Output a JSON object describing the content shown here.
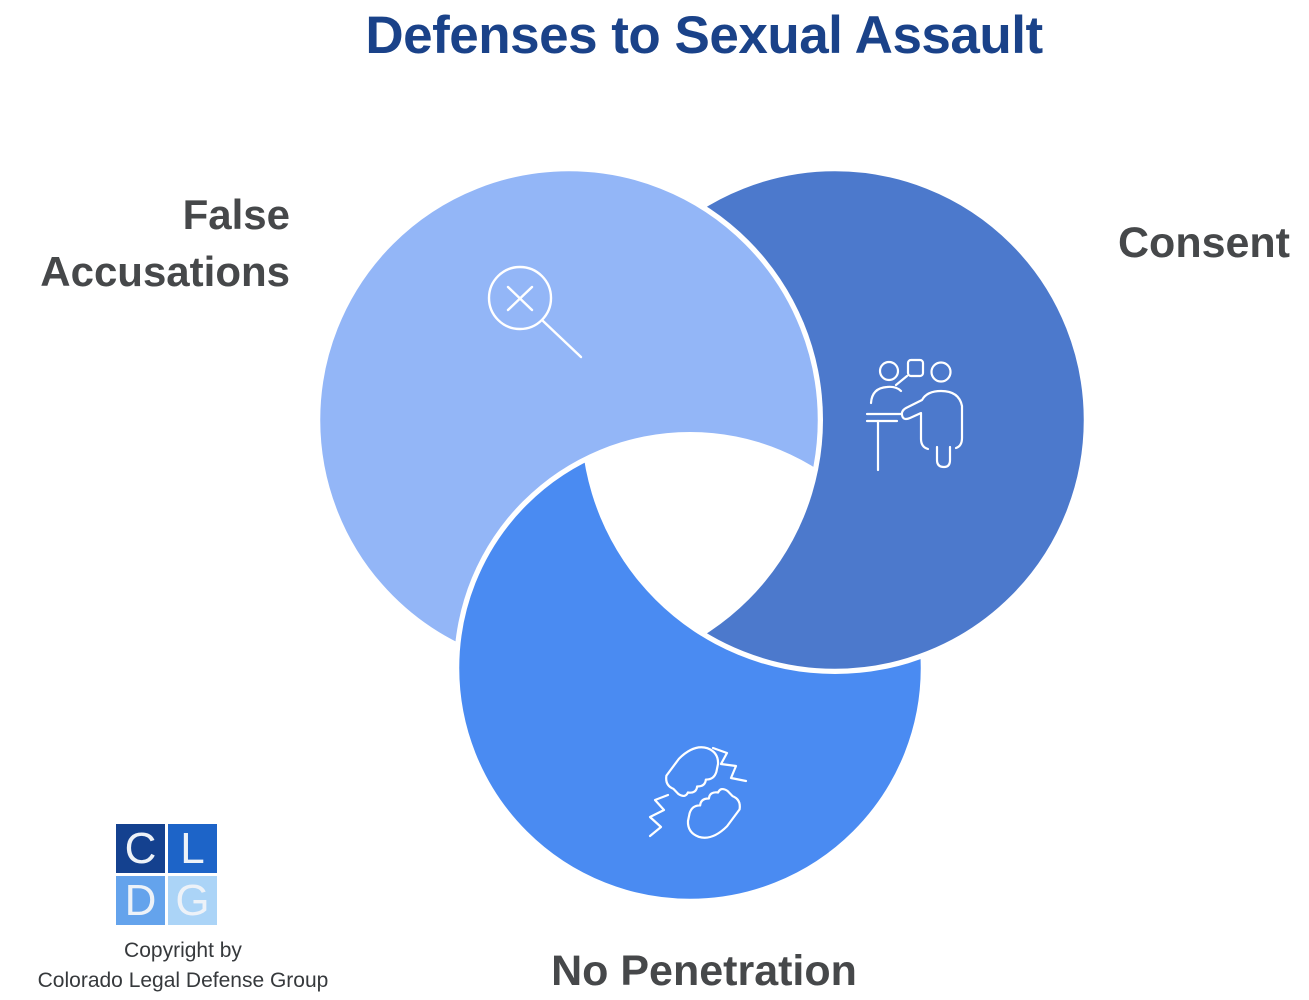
{
  "title": {
    "text": "Defenses to Sexual Assault",
    "color": "#1A4289"
  },
  "label_color": "#46484A",
  "circles": {
    "false_accusations": {
      "label_line1": "False",
      "label_line2": "Accusations",
      "color": "#93B6F7",
      "icon": "magnifier-x-icon"
    },
    "consent": {
      "label": "Consent",
      "color": "#4C79CC",
      "icon": "conversation-icon"
    },
    "no_penetration": {
      "label": "No Penetration",
      "color": "#4A8BF2",
      "icon": "fists-icon"
    }
  },
  "logo": {
    "squares": [
      {
        "letter": "C",
        "color": "#14418F"
      },
      {
        "letter": "L",
        "color": "#1D64C8"
      },
      {
        "letter": "D",
        "color": "#64A3EC"
      },
      {
        "letter": "G",
        "color": "#ABD4F7"
      }
    ],
    "copyright_line1": "Copyright by",
    "copyright_line2": "Colorado Legal Defense Group"
  }
}
